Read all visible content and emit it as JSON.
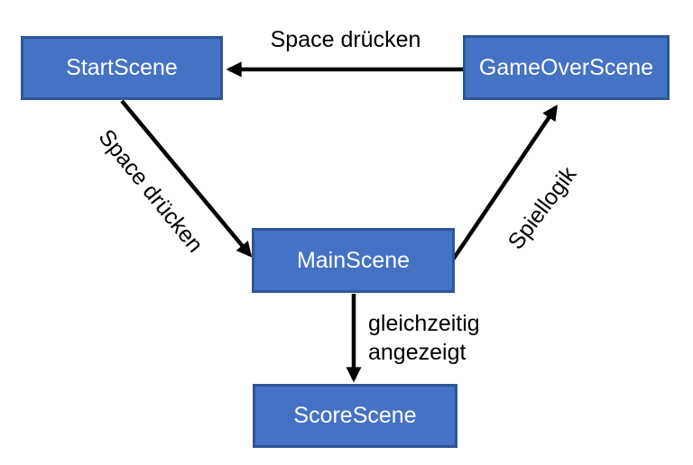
{
  "diagram": {
    "type": "scene-flow-diagram",
    "colors": {
      "background": "#ffffff",
      "node_fill": "#4472C4",
      "node_border": "#2F5597",
      "node_text": "#ffffff",
      "arrow": "#000000",
      "label_text": "#000000"
    },
    "nodes": [
      {
        "id": "start",
        "label": "StartScene"
      },
      {
        "id": "gameover",
        "label": "GameOverScene"
      },
      {
        "id": "main",
        "label": "MainScene"
      },
      {
        "id": "score",
        "label": "ScoreScene"
      }
    ],
    "edges": [
      {
        "from": "GameOverScene",
        "to": "StartScene",
        "label": "Space drücken"
      },
      {
        "from": "StartScene",
        "to": "MainScene",
        "label": "Space drücken"
      },
      {
        "from": "MainScene",
        "to": "GameOverScene",
        "label": "Spiellogik"
      },
      {
        "from": "MainScene",
        "to": "ScoreScene",
        "label": "gleichzeitig angezeigt",
        "label_lines": [
          "gleichzeitig",
          "angezeigt"
        ]
      }
    ]
  }
}
